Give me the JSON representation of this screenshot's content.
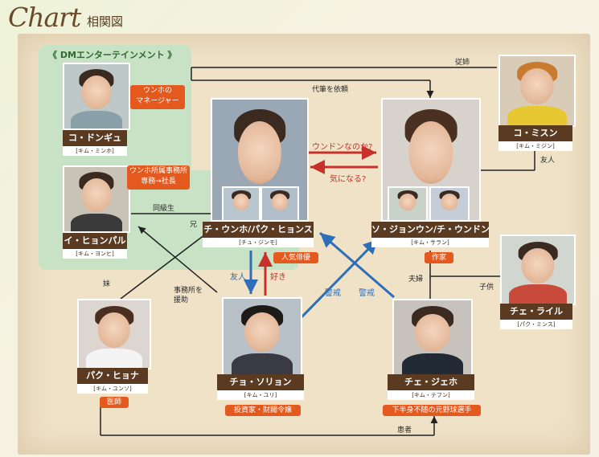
{
  "header": {
    "brand": "Chart",
    "subtitle": "相関図"
  },
  "group": {
    "label": "《 DMエンターテインメント 》"
  },
  "people": {
    "ko_dongyu": {
      "name": "コ・ドンギュ",
      "reading": "[キム・ミンホ]",
      "badge": "ウンホの\nマネージャー"
    },
    "lee_hyonparu": {
      "name": "イ・ヒョンパル",
      "reading": "[キム・ヨンヒ]",
      "badge": "ウンホ所属事務所\n専務→社長"
    },
    "ji_unho": {
      "name": "チ・ウンホ/パク・ヒョンス",
      "reading": "[チュ・ジンモ]",
      "badge": "人気俳優"
    },
    "so_jonun": {
      "name": "ソ・ジョンウン/チ・ウンドン",
      "reading": "[キム・サラン]",
      "badge": "作家"
    },
    "ko_misun": {
      "name": "コ・ミスン",
      "reading": "[キム・ミジン]"
    },
    "che_rairu": {
      "name": "チェ・ライル",
      "reading": "[パク・ミンス]"
    },
    "paku_hyona": {
      "name": "パク・ヒョナ",
      "reading": "[キム・ユンソ]",
      "badge": "医師"
    },
    "cho_sorian": {
      "name": "チョ・ソリョン",
      "reading": "[キム・ユリ]",
      "badge": "投資家・財閥令嬢"
    },
    "che_jeho": {
      "name": "チェ・ジェホ",
      "reading": "[キム・テフン]",
      "badge": "下半身不随の元野球選手"
    }
  },
  "relations": {
    "juushi": "従姉",
    "daihitsu": "代筆を依頼",
    "undon_q": "ウンドンなのか?",
    "ki_ni_naru": "気になる?",
    "yuujin_misun": "友人",
    "doukyuusei": "同級生",
    "ani": "兄",
    "imouto": "妹",
    "jimusho": "事務所を\n援助",
    "yuujin_sorian": "友人",
    "suki": "好き",
    "keikai1": "警戒",
    "keikai2": "警戒",
    "fuufu": "夫婦",
    "kodomo": "子供",
    "kanja": "患者"
  }
}
